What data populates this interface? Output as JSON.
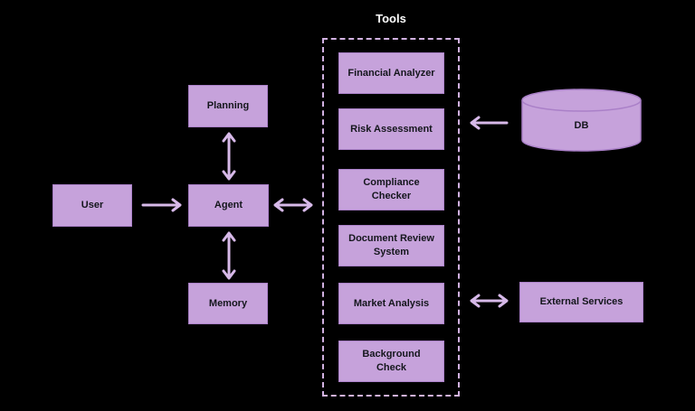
{
  "diagram": {
    "tools_title": "Tools",
    "nodes": {
      "user": "User",
      "planning": "Planning",
      "agent": "Agent",
      "memory": "Memory",
      "db": "DB",
      "external_services": "External Services"
    },
    "tools": [
      "Financial Analyzer",
      "Risk Assessment",
      "Compliance Checker",
      "Document Review System",
      "Market Analysis",
      "Background Check"
    ]
  },
  "colors": {
    "background": "#000000",
    "node_fill": "#c6a2db",
    "node_border": "#aa80c8",
    "node_text": "#14161c",
    "arrow": "#d7b9e9",
    "tools_border": "#d2b2e2",
    "title_text": "#ffffff"
  }
}
